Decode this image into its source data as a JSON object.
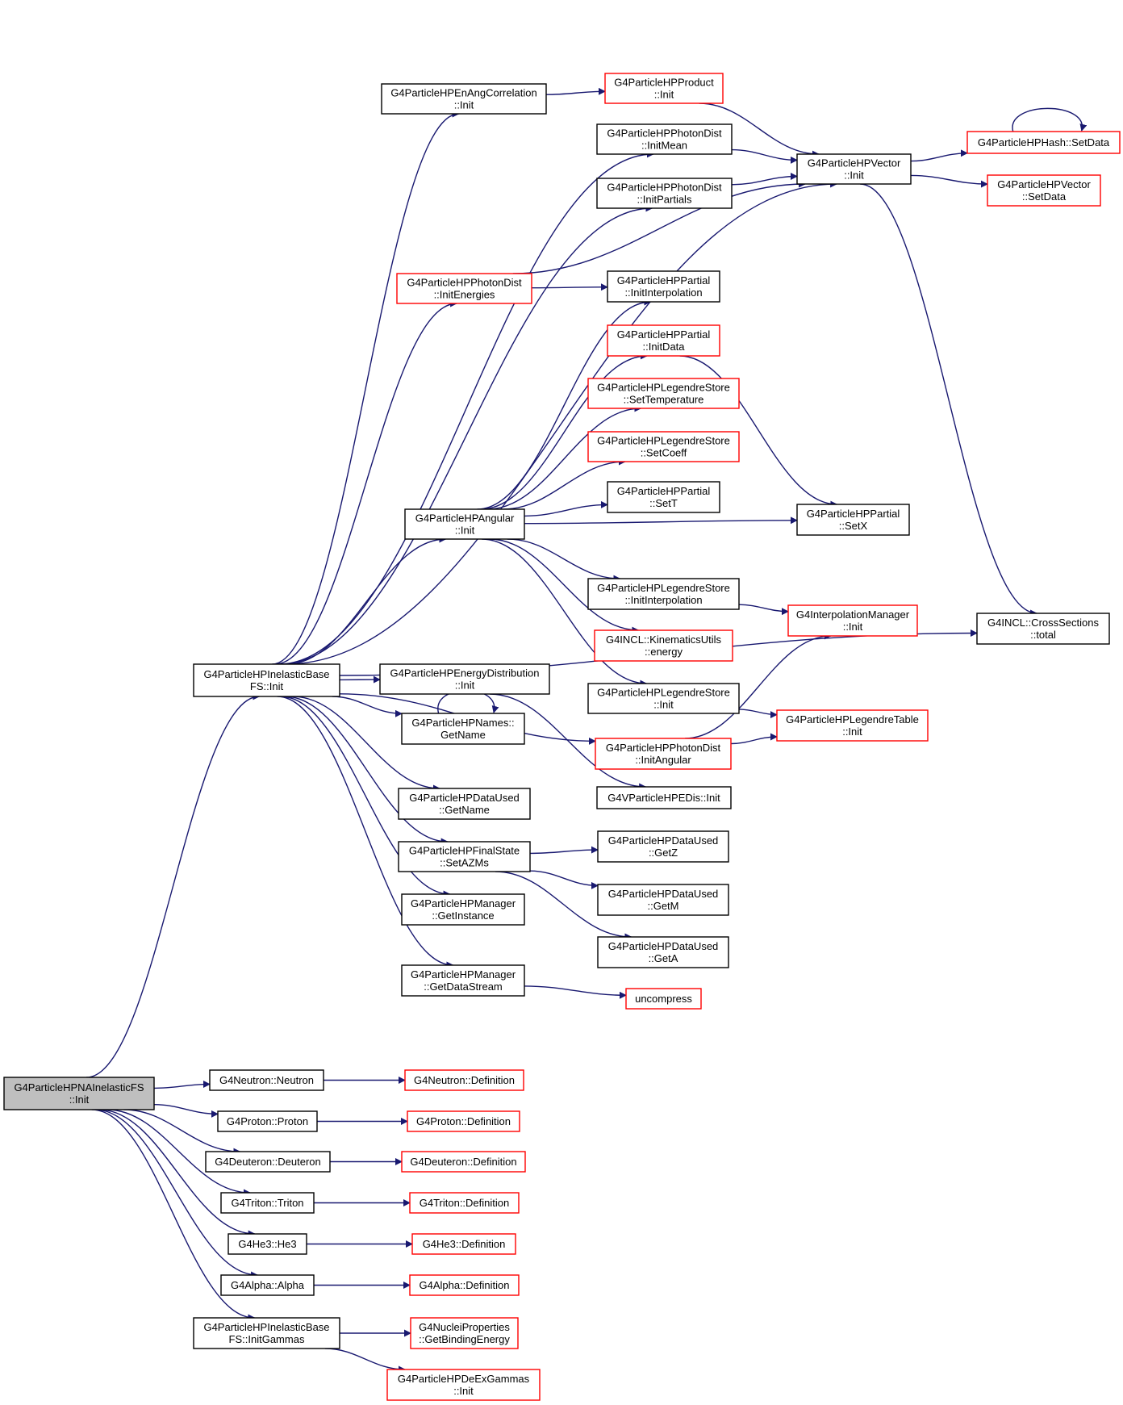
{
  "diagram": {
    "edge_color": "#191970",
    "root_fill": "#bfbfbf",
    "external_border": "#ff0000",
    "nodes": [
      {
        "id": "root",
        "lines": [
          "G4ParticleHPNAInelasticFS",
          "::Init"
        ],
        "style": "root"
      },
      {
        "id": "base_init",
        "lines": [
          "G4ParticleHPInelasticBase",
          "FS::Init"
        ],
        "style": "normal"
      },
      {
        "id": "enang",
        "lines": [
          "G4ParticleHPEnAngCorrelation",
          "::Init"
        ],
        "style": "normal"
      },
      {
        "id": "product",
        "lines": [
          "G4ParticleHPProduct",
          "::Init"
        ],
        "style": "external"
      },
      {
        "id": "initmean",
        "lines": [
          "G4ParticleHPPhotonDist",
          "::InitMean"
        ],
        "style": "normal"
      },
      {
        "id": "initpartials",
        "lines": [
          "G4ParticleHPPhotonDist",
          "::InitPartials"
        ],
        "style": "normal"
      },
      {
        "id": "vector_init",
        "lines": [
          "G4ParticleHPVector",
          "::Init"
        ],
        "style": "normal"
      },
      {
        "id": "hash_setdata",
        "lines": [
          "G4ParticleHPHash::SetData"
        ],
        "style": "external"
      },
      {
        "id": "vector_setdata",
        "lines": [
          "G4ParticleHPVector",
          "::SetData"
        ],
        "style": "external"
      },
      {
        "id": "initenergies",
        "lines": [
          "G4ParticleHPPhotonDist",
          "::InitEnergies"
        ],
        "style": "external"
      },
      {
        "id": "partial_initinterp",
        "lines": [
          "G4ParticleHPPartial",
          "::InitInterpolation"
        ],
        "style": "normal"
      },
      {
        "id": "partial_initdata",
        "lines": [
          "G4ParticleHPPartial",
          "::InitData"
        ],
        "style": "external"
      },
      {
        "id": "leg_settemp",
        "lines": [
          "G4ParticleHPLegendreStore",
          "::SetTemperature"
        ],
        "style": "external"
      },
      {
        "id": "leg_setcoeff",
        "lines": [
          "G4ParticleHPLegendreStore",
          "::SetCoeff"
        ],
        "style": "external"
      },
      {
        "id": "angular_init",
        "lines": [
          "G4ParticleHPAngular",
          "::Init"
        ],
        "style": "normal"
      },
      {
        "id": "partial_sett",
        "lines": [
          "G4ParticleHPPartial",
          "::SetT"
        ],
        "style": "normal"
      },
      {
        "id": "partial_setx",
        "lines": [
          "G4ParticleHPPartial",
          "::SetX"
        ],
        "style": "normal"
      },
      {
        "id": "leg_initinterp",
        "lines": [
          "G4ParticleHPLegendreStore",
          "::InitInterpolation"
        ],
        "style": "normal"
      },
      {
        "id": "interp_mgr",
        "lines": [
          "G4InterpolationManager",
          "::Init"
        ],
        "style": "external"
      },
      {
        "id": "kin_energy",
        "lines": [
          "G4INCL::KinematicsUtils",
          "::energy"
        ],
        "style": "external"
      },
      {
        "id": "cross_total",
        "lines": [
          "G4INCL::CrossSections",
          "::total"
        ],
        "style": "normal"
      },
      {
        "id": "energy_dist",
        "lines": [
          "G4ParticleHPEnergyDistribution",
          "::Init"
        ],
        "style": "normal"
      },
      {
        "id": "leg_init",
        "lines": [
          "G4ParticleHPLegendreStore",
          "::Init"
        ],
        "style": "normal"
      },
      {
        "id": "legtable_init",
        "lines": [
          "G4ParticleHPLegendreTable",
          "::Init"
        ],
        "style": "external"
      },
      {
        "id": "names_getname",
        "lines": [
          "G4ParticleHPNames::",
          "GetName"
        ],
        "style": "normal"
      },
      {
        "id": "initangular",
        "lines": [
          "G4ParticleHPPhotonDist",
          "::InitAngular"
        ],
        "style": "external"
      },
      {
        "id": "vedis_init",
        "lines": [
          "G4VParticleHPEDis::Init"
        ],
        "style": "normal"
      },
      {
        "id": "dataused_getname",
        "lines": [
          "G4ParticleHPDataUsed",
          "::GetName"
        ],
        "style": "normal"
      },
      {
        "id": "setazms",
        "lines": [
          "G4ParticleHPFinalState",
          "::SetAZMs"
        ],
        "style": "normal"
      },
      {
        "id": "getz",
        "lines": [
          "G4ParticleHPDataUsed",
          "::GetZ"
        ],
        "style": "normal"
      },
      {
        "id": "getinstance",
        "lines": [
          "G4ParticleHPManager",
          "::GetInstance"
        ],
        "style": "normal"
      },
      {
        "id": "getm",
        "lines": [
          "G4ParticleHPDataUsed",
          "::GetM"
        ],
        "style": "normal"
      },
      {
        "id": "geta",
        "lines": [
          "G4ParticleHPDataUsed",
          "::GetA"
        ],
        "style": "normal"
      },
      {
        "id": "getdatastream",
        "lines": [
          "G4ParticleHPManager",
          "::GetDataStream"
        ],
        "style": "normal"
      },
      {
        "id": "uncompress",
        "lines": [
          "uncompress"
        ],
        "style": "external"
      },
      {
        "id": "neutron",
        "lines": [
          "G4Neutron::Neutron"
        ],
        "style": "normal"
      },
      {
        "id": "neutron_def",
        "lines": [
          "G4Neutron::Definition"
        ],
        "style": "external"
      },
      {
        "id": "proton",
        "lines": [
          "G4Proton::Proton"
        ],
        "style": "normal"
      },
      {
        "id": "proton_def",
        "lines": [
          "G4Proton::Definition"
        ],
        "style": "external"
      },
      {
        "id": "deuteron",
        "lines": [
          "G4Deuteron::Deuteron"
        ],
        "style": "normal"
      },
      {
        "id": "deuteron_def",
        "lines": [
          "G4Deuteron::Definition"
        ],
        "style": "external"
      },
      {
        "id": "triton",
        "lines": [
          "G4Triton::Triton"
        ],
        "style": "normal"
      },
      {
        "id": "triton_def",
        "lines": [
          "G4Triton::Definition"
        ],
        "style": "external"
      },
      {
        "id": "he3",
        "lines": [
          "G4He3::He3"
        ],
        "style": "normal"
      },
      {
        "id": "he3_def",
        "lines": [
          "G4He3::Definition"
        ],
        "style": "external"
      },
      {
        "id": "alpha",
        "lines": [
          "G4Alpha::Alpha"
        ],
        "style": "normal"
      },
      {
        "id": "alpha_def",
        "lines": [
          "G4Alpha::Definition"
        ],
        "style": "external"
      },
      {
        "id": "initgammas",
        "lines": [
          "G4ParticleHPInelasticBase",
          "FS::InitGammas"
        ],
        "style": "normal"
      },
      {
        "id": "binding",
        "lines": [
          "G4NucleiProperties",
          "::GetBindingEnergy"
        ],
        "style": "external"
      },
      {
        "id": "dexgammas",
        "lines": [
          "G4ParticleHPDeExGammas",
          "::Init"
        ],
        "style": "external"
      }
    ],
    "edges": [
      {
        "from": "root",
        "to": "base_init"
      },
      {
        "from": "root",
        "to": "neutron"
      },
      {
        "from": "root",
        "to": "proton"
      },
      {
        "from": "root",
        "to": "deuteron"
      },
      {
        "from": "root",
        "to": "triton"
      },
      {
        "from": "root",
        "to": "he3"
      },
      {
        "from": "root",
        "to": "alpha"
      },
      {
        "from": "root",
        "to": "initgammas"
      },
      {
        "from": "base_init",
        "to": "vector_init"
      },
      {
        "from": "base_init",
        "to": "enang"
      },
      {
        "from": "base_init",
        "to": "initmean"
      },
      {
        "from": "base_init",
        "to": "initpartials"
      },
      {
        "from": "base_init",
        "to": "initenergies"
      },
      {
        "from": "base_init",
        "to": "angular_init"
      },
      {
        "from": "base_init",
        "to": "energy_dist"
      },
      {
        "from": "base_init",
        "to": "names_getname"
      },
      {
        "from": "base_init",
        "to": "initangular"
      },
      {
        "from": "base_init",
        "to": "dataused_getname"
      },
      {
        "from": "base_init",
        "to": "setazms"
      },
      {
        "from": "base_init",
        "to": "getinstance"
      },
      {
        "from": "base_init",
        "to": "getdatastream"
      },
      {
        "from": "base_init",
        "to": "cross_total"
      },
      {
        "from": "enang",
        "to": "product"
      },
      {
        "from": "product",
        "to": "vector_init"
      },
      {
        "from": "initmean",
        "to": "vector_init"
      },
      {
        "from": "initpartials",
        "to": "vector_init"
      },
      {
        "from": "initenergies",
        "to": "vector_init"
      },
      {
        "from": "initenergies",
        "to": "partial_initinterp"
      },
      {
        "from": "vector_init",
        "to": "hash_setdata"
      },
      {
        "from": "vector_init",
        "to": "vector_setdata"
      },
      {
        "from": "vector_init",
        "to": "cross_total"
      },
      {
        "from": "hash_setdata",
        "to": "hash_setdata"
      },
      {
        "from": "angular_init",
        "to": "partial_initinterp"
      },
      {
        "from": "angular_init",
        "to": "partial_initdata"
      },
      {
        "from": "angular_init",
        "to": "leg_settemp"
      },
      {
        "from": "angular_init",
        "to": "leg_setcoeff"
      },
      {
        "from": "angular_init",
        "to": "partial_sett"
      },
      {
        "from": "angular_init",
        "to": "partial_setx"
      },
      {
        "from": "angular_init",
        "to": "leg_initinterp"
      },
      {
        "from": "angular_init",
        "to": "kin_energy"
      },
      {
        "from": "angular_init",
        "to": "leg_init"
      },
      {
        "from": "partial_initdata",
        "to": "partial_setx"
      },
      {
        "from": "leg_initinterp",
        "to": "interp_mgr"
      },
      {
        "from": "leg_init",
        "to": "legtable_init"
      },
      {
        "from": "initangular",
        "to": "legtable_init"
      },
      {
        "from": "initangular",
        "to": "interp_mgr"
      },
      {
        "from": "energy_dist",
        "to": "vedis_init"
      },
      {
        "from": "names_getname",
        "to": "names_getname"
      },
      {
        "from": "setazms",
        "to": "getz"
      },
      {
        "from": "setazms",
        "to": "getm"
      },
      {
        "from": "setazms",
        "to": "geta"
      },
      {
        "from": "getdatastream",
        "to": "uncompress"
      },
      {
        "from": "neutron",
        "to": "neutron_def"
      },
      {
        "from": "proton",
        "to": "proton_def"
      },
      {
        "from": "deuteron",
        "to": "deuteron_def"
      },
      {
        "from": "triton",
        "to": "triton_def"
      },
      {
        "from": "he3",
        "to": "he3_def"
      },
      {
        "from": "alpha",
        "to": "alpha_def"
      },
      {
        "from": "initgammas",
        "to": "binding"
      },
      {
        "from": "initgammas",
        "to": "dexgammas"
      }
    ]
  }
}
